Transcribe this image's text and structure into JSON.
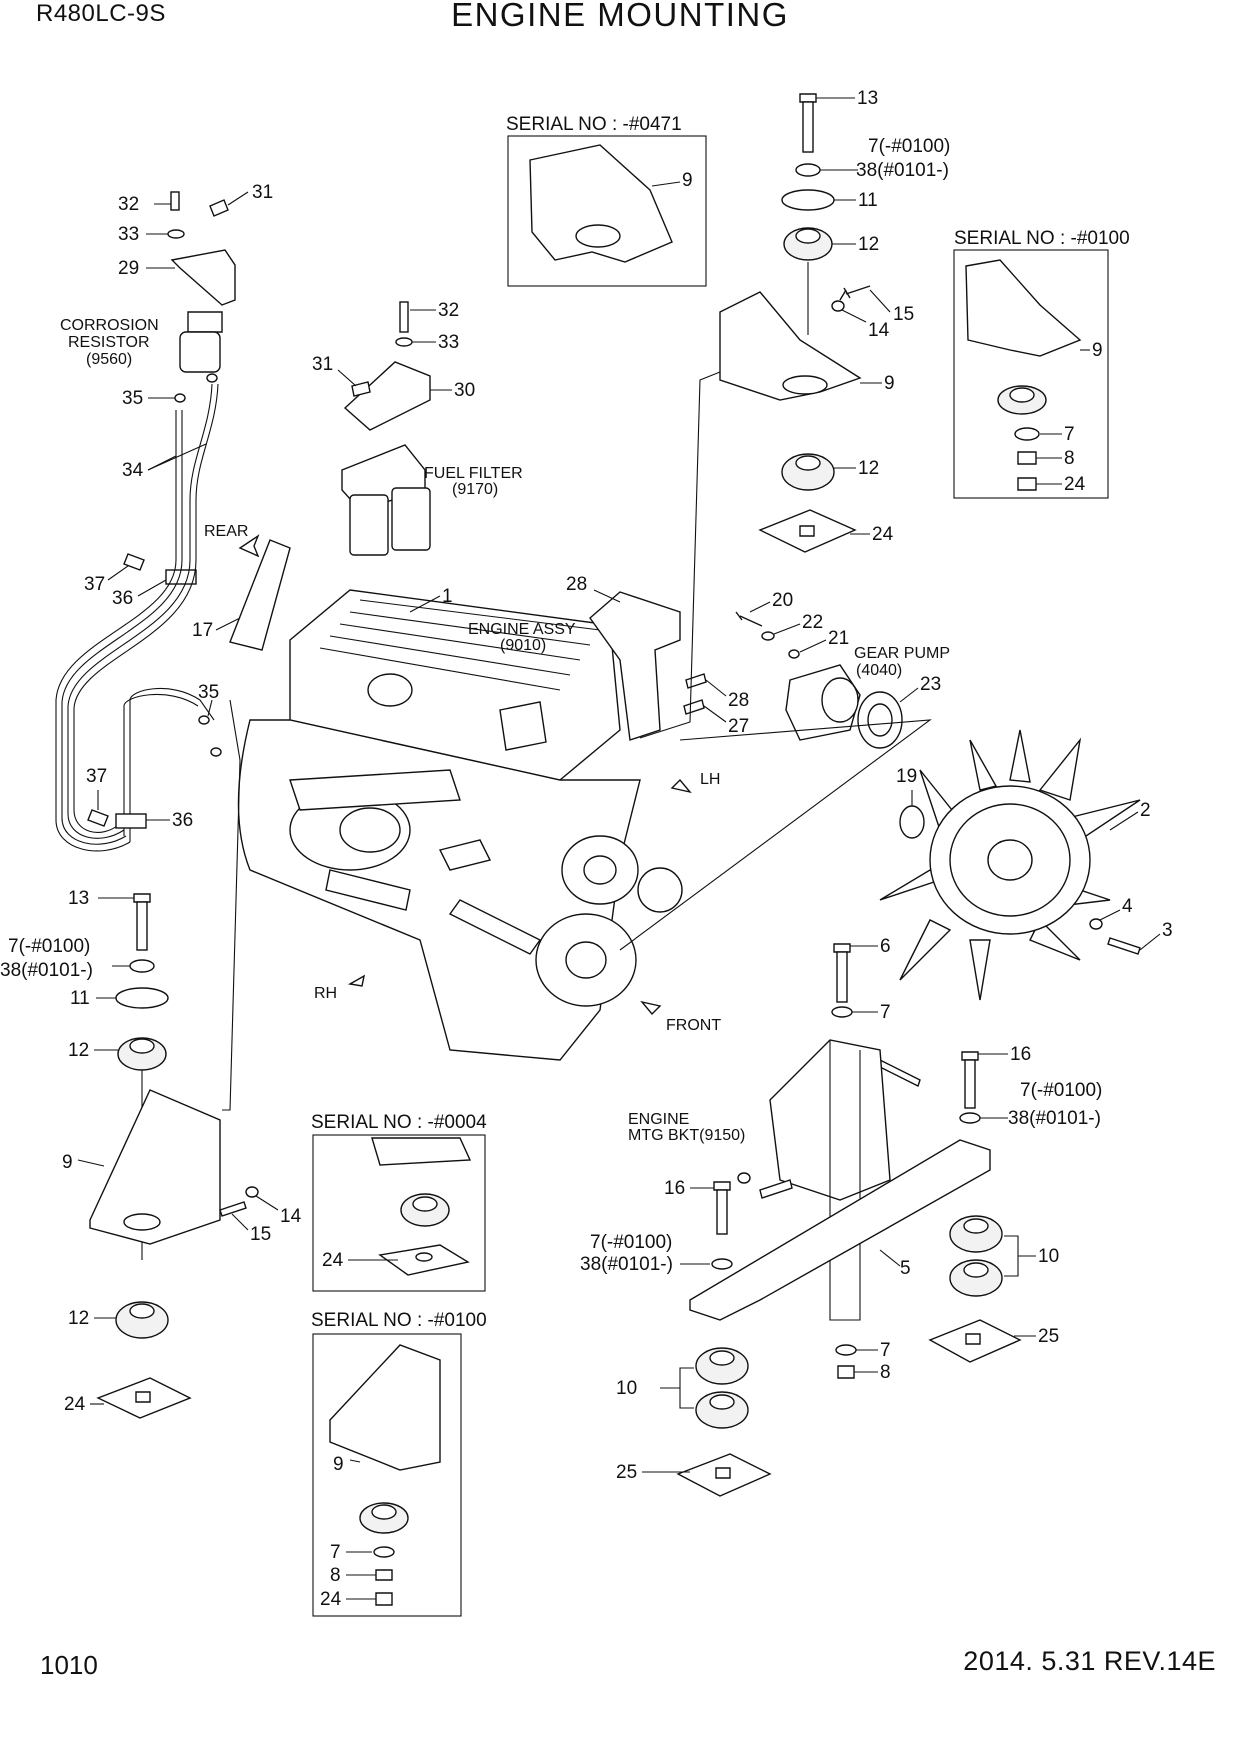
{
  "header": {
    "model": "R480LC-9S",
    "title": "ENGINE MOUNTING"
  },
  "footer": {
    "page_number": "1010",
    "revision": "2014. 5.31  REV.14E"
  },
  "serial_boxes": {
    "top": "SERIAL NO : -#0471",
    "right": "SERIAL NO : -#0100",
    "mid": "SERIAL NO : -#0004",
    "bottom": "SERIAL NO : -#0100"
  },
  "annotations": {
    "corrosion_1": "CORROSION",
    "corrosion_2": "RESISTOR",
    "corrosion_3": "(9560)",
    "fuel_1": "FUEL FILTER",
    "fuel_2": "(9170)",
    "engine_1": "ENGINE ASSY",
    "engine_2": "(9010)",
    "gear_1": "GEAR PUMP",
    "gear_2": "(4040)",
    "mtg_1": "ENGINE",
    "mtg_2": "MTG BKT(9150)",
    "rear": "REAR",
    "lh": "LH",
    "rh": "RH",
    "front": "FRONT"
  },
  "callouts": {
    "c13a": "13",
    "c7a": "7(-#0100)",
    "c38a": "38(#0101-)",
    "c11a": "11",
    "c12a": "12",
    "c15a": "15",
    "c14a": "14",
    "c9a": "9",
    "c12b": "12",
    "c24a": "24",
    "c9top": "9",
    "c9r": "9",
    "c7r": "7",
    "c8r": "8",
    "c24r": "24",
    "c32a": "32",
    "c31a": "31",
    "c33a": "33",
    "c29": "29",
    "c35a": "35",
    "c34": "34",
    "c37a": "37",
    "c36a": "36",
    "c32b": "32",
    "c33b": "33",
    "c31b": "31",
    "c30": "30",
    "c17": "17",
    "c1": "1",
    "c28a": "28",
    "c28b": "28",
    "c27": "27",
    "c20": "20",
    "c22": "22",
    "c21": "21",
    "c23": "23",
    "c19": "19",
    "c2": "2",
    "c4": "4",
    "c3": "3",
    "c35b": "35",
    "c37b": "37",
    "c36b": "36",
    "c13b": "13",
    "c7b": "7(-#0100)",
    "c38b": "38(#0101-)",
    "c11b": "11",
    "c12c": "12",
    "c9b": "9",
    "c14b": "14",
    "c15b": "15",
    "c12d": "12",
    "c24b": "24",
    "c24m": "24",
    "c9s": "9",
    "c7s": "7",
    "c8s": "8",
    "c24s": "24",
    "c6": "6",
    "c7c": "7",
    "c16a": "16",
    "c7d": "7(-#0100)",
    "c38c": "38(#0101-)",
    "c16b": "16",
    "c7e": "7(-#0100)",
    "c38d": "38(#0101-)",
    "c5": "5",
    "c10a": "10",
    "c25a": "25",
    "c7f": "7",
    "c8f": "8",
    "c10b": "10",
    "c25b": "25"
  }
}
